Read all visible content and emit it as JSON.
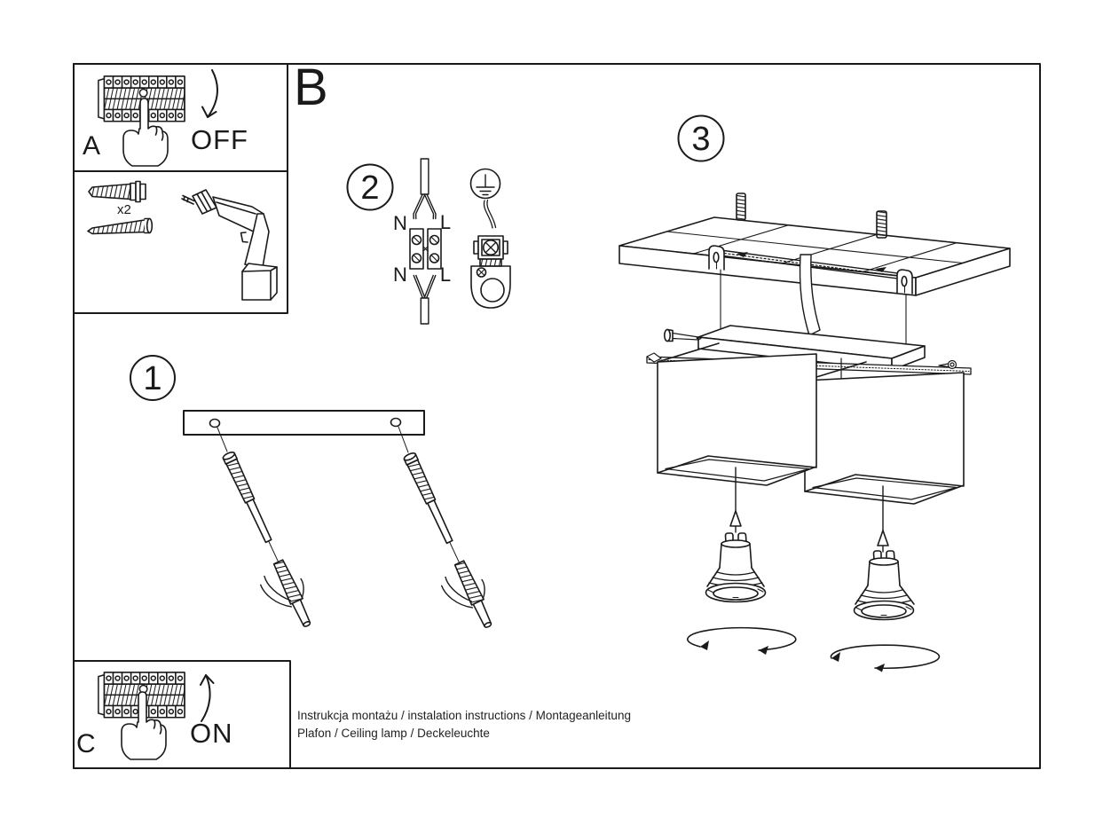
{
  "sheet": {
    "section_b": {
      "label": "B"
    },
    "steps": {
      "one": "1",
      "two": "2",
      "three": "3"
    },
    "panel_a": {
      "label": "A",
      "state": "OFF"
    },
    "panel_c": {
      "label": "C",
      "state": "ON"
    },
    "tools": {
      "anchor_qty": "x2"
    },
    "wiring": {
      "n_top": "N",
      "l_top": "L",
      "n_bottom": "N",
      "l_bottom": "L"
    },
    "footer": {
      "line1": "Instrukcja montażu / instalation instructions / Montageanleitung",
      "line2": "Plafon / Ceiling lamp / Deckeleuchte"
    },
    "colors": {
      "line": "#1a1a1a",
      "paper": "#ffffff"
    },
    "pictograms": [
      "circuit-breaker-panel",
      "pressing-hand",
      "curved-arrow",
      "wall-plug-anchor",
      "mounting-screw",
      "cordless-drill",
      "two-core-cable",
      "terminal-block",
      "earth-symbol",
      "earth-clamp",
      "ceiling-panel",
      "threaded-stud",
      "mounting-bar",
      "power-cord",
      "lamp-canopy",
      "square-shade",
      "gu10-bulb",
      "rotation-arrow"
    ]
  }
}
